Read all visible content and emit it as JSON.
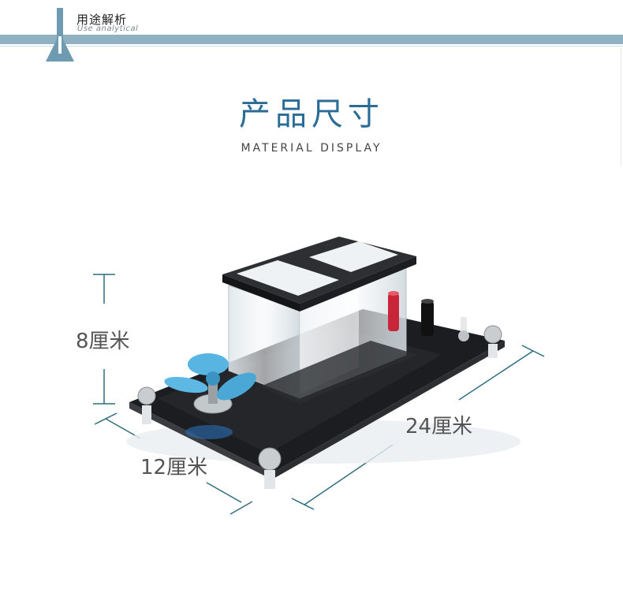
{
  "header": {
    "title": "用途解析",
    "subtitle": "Use analytical"
  },
  "main": {
    "heading": "产品尺寸",
    "subheading": "MATERIAL  DISPLAY"
  },
  "dimensions": {
    "height": "8厘米",
    "length": "24厘米",
    "width": "12厘米"
  },
  "colors": {
    "accent": "#2b6c96",
    "bar": "#8fb1c2",
    "dimension_line": "#2f6d7f"
  },
  "product": {
    "icon": "flask-icon"
  }
}
